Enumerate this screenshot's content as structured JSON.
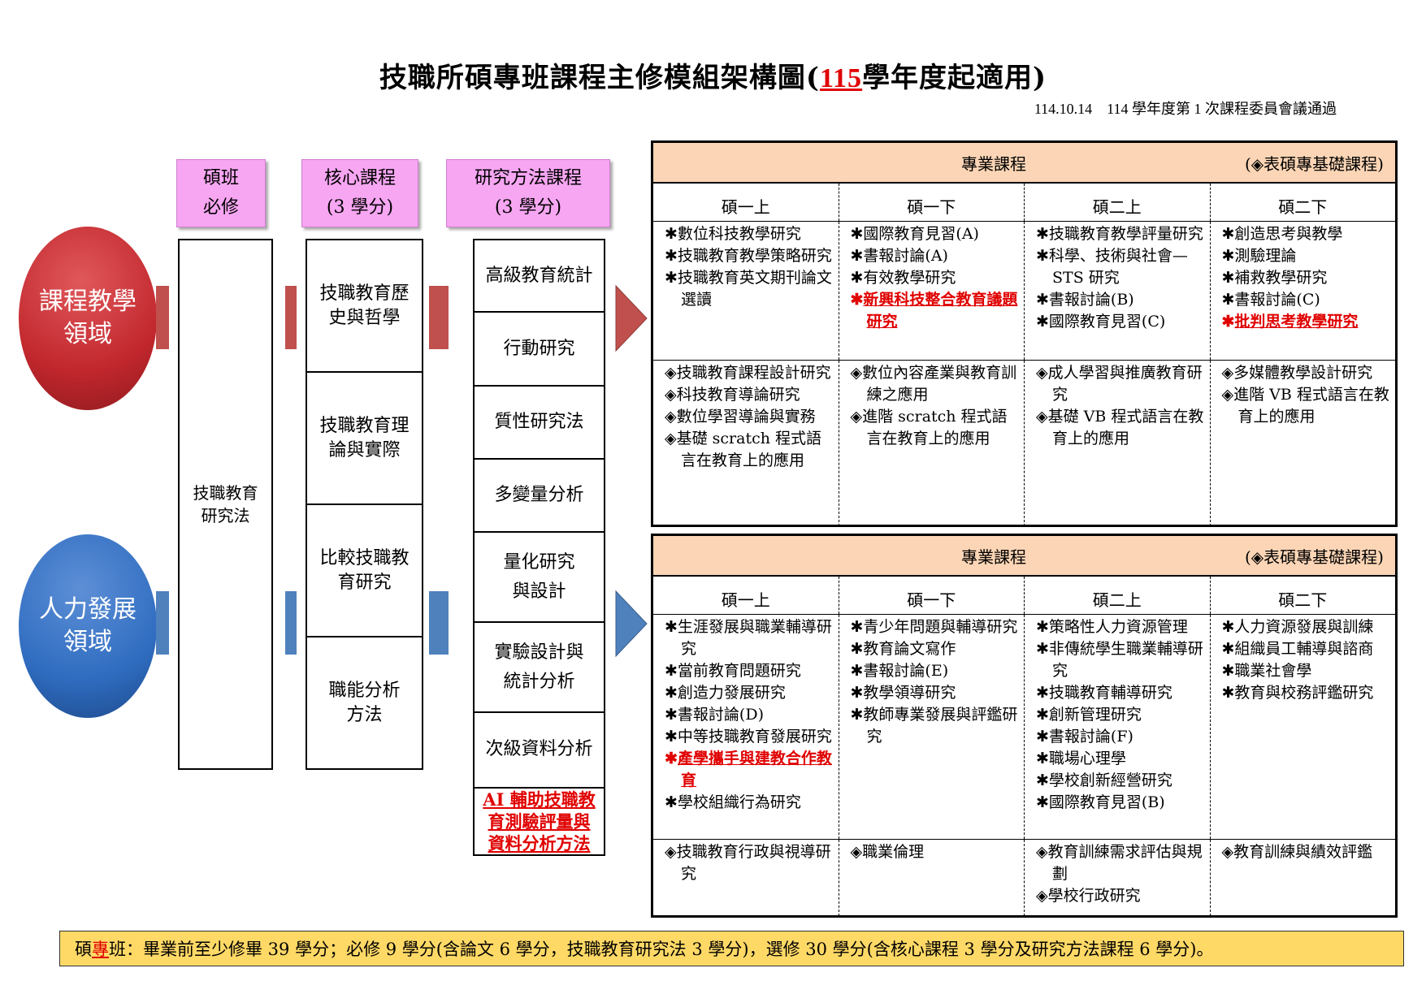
{
  "title": {
    "prefix": "技職所碩專班課程主修模組架構圖(",
    "year": "115",
    "suffix": "學年度起適用)"
  },
  "approval": "114.10.14　114 學年度第 1 次課程委員會議通過",
  "domains": {
    "course": "課程教學領域",
    "hr": "人力發展領域"
  },
  "headers": {
    "required": {
      "line1": "碩班",
      "line2": "必修"
    },
    "core": {
      "line1": "核心課程",
      "line2": "(3 學分)"
    },
    "method": {
      "line1": "研究方法課程",
      "line2": "(3 學分)"
    }
  },
  "required_course": "技職教育研究法",
  "core_courses": [
    "技職教育歷史與哲學",
    "技職教育理論與實際",
    "比較技職教育研究",
    "職能分析方法"
  ],
  "method_courses": [
    "高級教育統計",
    "行動研究",
    "質性研究法",
    "多變量分析",
    "量化研究與設計",
    "實驗設計與統計分析",
    "次級資料分析"
  ],
  "method_new": "AI 輔助技職教育測驗評量與資料分析方法",
  "grid_header": {
    "title": "專業課程",
    "note": "(◈表碩專基礎課程)"
  },
  "semesters": [
    "碩一上",
    "碩一下",
    "碩二上",
    "碩二下"
  ],
  "symbols": {
    "star": "✱",
    "diamond": "◈"
  },
  "course_domain": {
    "professional": [
      [
        {
          "t": "數位科技教學研究"
        },
        {
          "t": "技職教育教學策略研究"
        },
        {
          "t": "技職教育英文期刊論文選讀"
        }
      ],
      [
        {
          "t": "國際教育見習(A)"
        },
        {
          "t": "書報討論(A)"
        },
        {
          "t": "有效教學研究"
        },
        {
          "t": "新興科技整合教育議題研究",
          "new": true
        }
      ],
      [
        {
          "t": "技職教育教學評量研究"
        },
        {
          "t": "科學、技術與社會—STS 研究"
        },
        {
          "t": "書報討論(B)"
        },
        {
          "t": "國際教育見習(C)"
        }
      ],
      [
        {
          "t": "創造思考與教學"
        },
        {
          "t": "測驗理論"
        },
        {
          "t": "補救教學研究"
        },
        {
          "t": "書報討論(C)"
        },
        {
          "t": "批判思考教學研究",
          "new": true
        }
      ]
    ],
    "basic": [
      [
        "技職教育課程設計研究",
        "科技教育導論研究",
        "數位學習導論與實務",
        "基礎 scratch 程式語言在教育上的應用"
      ],
      [
        "數位內容產業與教育訓練之應用",
        "進階 scratch 程式語言在教育上的應用"
      ],
      [
        "成人學習與推廣教育研究",
        "基礎 VB 程式語言在教育上的應用"
      ],
      [
        "多媒體教學設計研究",
        "進階 VB 程式語言在教育上的應用"
      ]
    ]
  },
  "hr_domain": {
    "professional": [
      [
        {
          "t": "生涯發展與職業輔導研究"
        },
        {
          "t": "當前教育問題研究"
        },
        {
          "t": "創造力發展研究"
        },
        {
          "t": "書報討論(D)"
        },
        {
          "t": "中等技職教育發展研究"
        },
        {
          "t": "產學攜手與建教合作教育",
          "new": true
        },
        {
          "t": "學校組織行為研究"
        }
      ],
      [
        {
          "t": "青少年問題與輔導研究"
        },
        {
          "t": "教育論文寫作"
        },
        {
          "t": "書報討論(E)"
        },
        {
          "t": "教學領導研究"
        },
        {
          "t": "教師專業發展與評鑑研究"
        }
      ],
      [
        {
          "t": "策略性人力資源管理"
        },
        {
          "t": "非傳統學生職業輔導研究"
        },
        {
          "t": "技職教育輔導研究"
        },
        {
          "t": "創新管理研究"
        },
        {
          "t": "書報討論(F)"
        },
        {
          "t": "職場心理學"
        },
        {
          "t": "學校創新經營研究"
        },
        {
          "t": "國際教育見習(B)"
        }
      ],
      [
        {
          "t": "人力資源發展與訓練"
        },
        {
          "t": "組織員工輔導與諮商"
        },
        {
          "t": "職業社會學"
        },
        {
          "t": "教育與校務評鑑研究"
        }
      ]
    ],
    "basic": [
      [
        "技職教育行政與視導研究"
      ],
      [
        "職業倫理"
      ],
      [
        "教育訓練需求評估與規劃",
        "學校行政研究"
      ],
      [
        "教育訓練與績效評鑑"
      ]
    ]
  },
  "footer": {
    "pre": "碩",
    "red": "專",
    "post": "班：畢業前至少修畢 39 學分；必修 9 學分(含論文 6 學分，技職教育研究法 3 學分)，選修 30 學分(含核心課程 3 學分及研究方法課程 6 學分)。"
  }
}
